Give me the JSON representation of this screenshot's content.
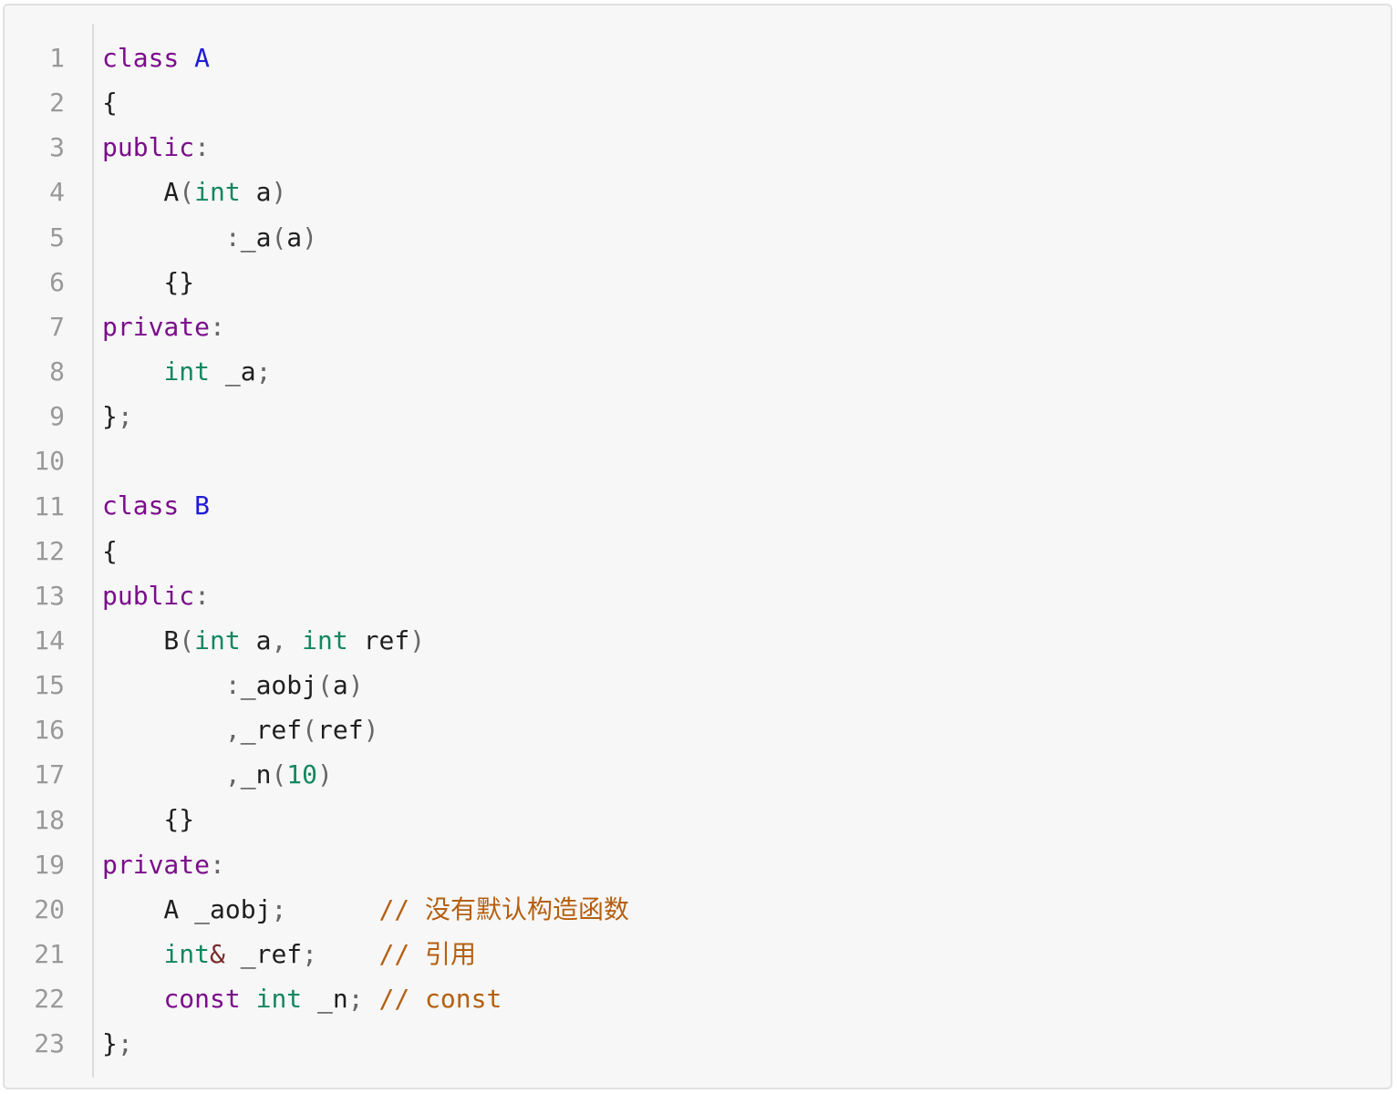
{
  "code": {
    "lines": [
      {
        "number": "1",
        "tokens": [
          {
            "t": "class",
            "k": "kw"
          },
          {
            "t": " ",
            "k": "text"
          },
          {
            "t": "A",
            "k": "cls"
          }
        ]
      },
      {
        "number": "2",
        "tokens": [
          {
            "t": "{",
            "k": "text"
          }
        ]
      },
      {
        "number": "3",
        "tokens": [
          {
            "t": "public",
            "k": "kw"
          },
          {
            "t": ":",
            "k": "punct"
          }
        ]
      },
      {
        "number": "4",
        "tokens": [
          {
            "t": "    A",
            "k": "text"
          },
          {
            "t": "(",
            "k": "punct"
          },
          {
            "t": "int",
            "k": "type"
          },
          {
            "t": " a",
            "k": "text"
          },
          {
            "t": ")",
            "k": "punct"
          }
        ]
      },
      {
        "number": "5",
        "tokens": [
          {
            "t": "        ",
            "k": "text"
          },
          {
            "t": ":",
            "k": "punct"
          },
          {
            "t": "_a",
            "k": "text"
          },
          {
            "t": "(",
            "k": "punct"
          },
          {
            "t": "a",
            "k": "text"
          },
          {
            "t": ")",
            "k": "punct"
          }
        ]
      },
      {
        "number": "6",
        "tokens": [
          {
            "t": "    {}",
            "k": "text"
          }
        ]
      },
      {
        "number": "7",
        "tokens": [
          {
            "t": "private",
            "k": "kw"
          },
          {
            "t": ":",
            "k": "punct"
          }
        ]
      },
      {
        "number": "8",
        "tokens": [
          {
            "t": "    ",
            "k": "text"
          },
          {
            "t": "int",
            "k": "type"
          },
          {
            "t": " _a",
            "k": "text"
          },
          {
            "t": ";",
            "k": "punct"
          }
        ]
      },
      {
        "number": "9",
        "tokens": [
          {
            "t": "}",
            "k": "text"
          },
          {
            "t": ";",
            "k": "punct"
          }
        ]
      },
      {
        "number": "10",
        "tokens": []
      },
      {
        "number": "11",
        "tokens": [
          {
            "t": "class",
            "k": "kw"
          },
          {
            "t": " ",
            "k": "text"
          },
          {
            "t": "B",
            "k": "cls"
          }
        ]
      },
      {
        "number": "12",
        "tokens": [
          {
            "t": "{",
            "k": "text"
          }
        ]
      },
      {
        "number": "13",
        "tokens": [
          {
            "t": "public",
            "k": "kw"
          },
          {
            "t": ":",
            "k": "punct"
          }
        ]
      },
      {
        "number": "14",
        "tokens": [
          {
            "t": "    B",
            "k": "text"
          },
          {
            "t": "(",
            "k": "punct"
          },
          {
            "t": "int",
            "k": "type"
          },
          {
            "t": " a",
            "k": "text"
          },
          {
            "t": ", ",
            "k": "punct"
          },
          {
            "t": "int",
            "k": "type"
          },
          {
            "t": " ref",
            "k": "text"
          },
          {
            "t": ")",
            "k": "punct"
          }
        ]
      },
      {
        "number": "15",
        "tokens": [
          {
            "t": "        ",
            "k": "text"
          },
          {
            "t": ":",
            "k": "punct"
          },
          {
            "t": "_aobj",
            "k": "text"
          },
          {
            "t": "(",
            "k": "punct"
          },
          {
            "t": "a",
            "k": "text"
          },
          {
            "t": ")",
            "k": "punct"
          }
        ]
      },
      {
        "number": "16",
        "tokens": [
          {
            "t": "        ",
            "k": "text"
          },
          {
            "t": ",",
            "k": "punct"
          },
          {
            "t": "_ref",
            "k": "text"
          },
          {
            "t": "(",
            "k": "punct"
          },
          {
            "t": "ref",
            "k": "text"
          },
          {
            "t": ")",
            "k": "punct"
          }
        ]
      },
      {
        "number": "17",
        "tokens": [
          {
            "t": "        ",
            "k": "text"
          },
          {
            "t": ",",
            "k": "punct"
          },
          {
            "t": "_n",
            "k": "text"
          },
          {
            "t": "(",
            "k": "punct"
          },
          {
            "t": "10",
            "k": "num"
          },
          {
            "t": ")",
            "k": "punct"
          }
        ]
      },
      {
        "number": "18",
        "tokens": [
          {
            "t": "    {}",
            "k": "text"
          }
        ]
      },
      {
        "number": "19",
        "tokens": [
          {
            "t": "private",
            "k": "kw"
          },
          {
            "t": ":",
            "k": "punct"
          }
        ]
      },
      {
        "number": "20",
        "tokens": [
          {
            "t": "    A _aobj",
            "k": "text"
          },
          {
            "t": ";",
            "k": "punct"
          },
          {
            "t": "      ",
            "k": "text"
          },
          {
            "t": "// 没有默认构造函数",
            "k": "cm"
          }
        ]
      },
      {
        "number": "21",
        "tokens": [
          {
            "t": "    ",
            "k": "text"
          },
          {
            "t": "int",
            "k": "type"
          },
          {
            "t": "&",
            "k": "op"
          },
          {
            "t": " _ref",
            "k": "text"
          },
          {
            "t": ";",
            "k": "punct"
          },
          {
            "t": "    ",
            "k": "text"
          },
          {
            "t": "// 引用",
            "k": "cm"
          }
        ]
      },
      {
        "number": "22",
        "tokens": [
          {
            "t": "    ",
            "k": "text"
          },
          {
            "t": "const",
            "k": "kw"
          },
          {
            "t": " ",
            "k": "text"
          },
          {
            "t": "int",
            "k": "type"
          },
          {
            "t": " _n",
            "k": "text"
          },
          {
            "t": ";",
            "k": "punct"
          },
          {
            "t": " ",
            "k": "text"
          },
          {
            "t": "// const",
            "k": "cm"
          }
        ]
      },
      {
        "number": "23",
        "tokens": [
          {
            "t": "}",
            "k": "text"
          },
          {
            "t": ";",
            "k": "punct"
          }
        ]
      }
    ]
  },
  "colors": {
    "background": "#f7f7f7",
    "keyword": "#7b0d8b",
    "class_name": "#1f1bd6",
    "type": "#14875f",
    "comment": "#b55f10",
    "line_number": "#999999"
  }
}
